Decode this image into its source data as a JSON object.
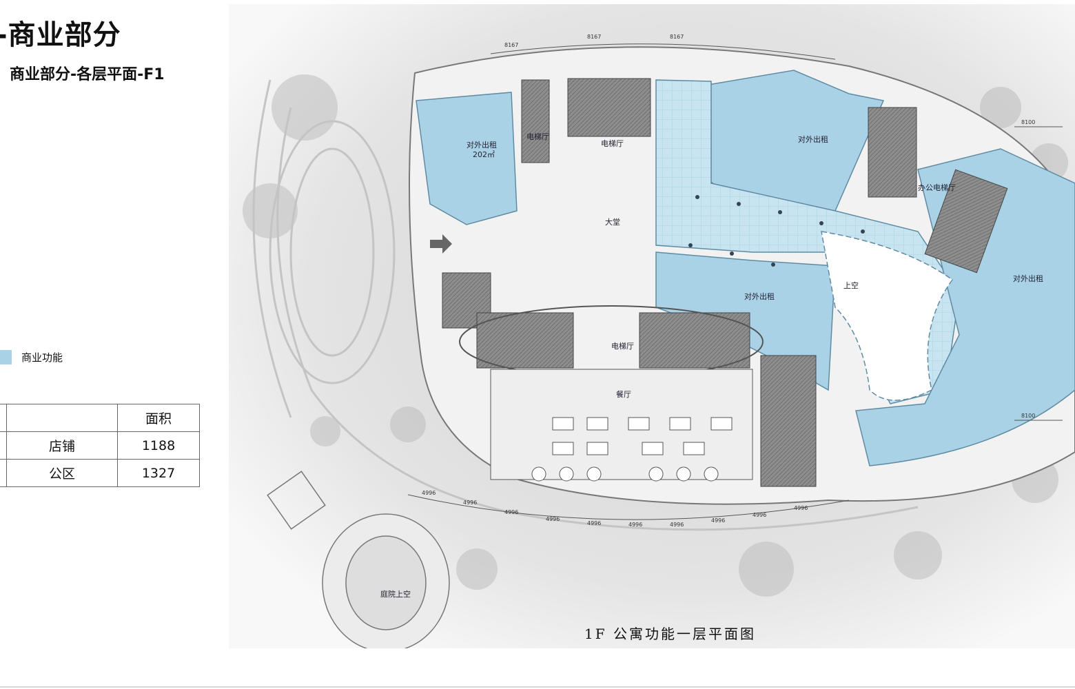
{
  "header": {
    "title": "-商业部分",
    "subtitle": "商业部分-各层平面-F1"
  },
  "legend": {
    "label": "商业功能",
    "color": "#a9d2e6"
  },
  "area_table": {
    "header": [
      "",
      "",
      "面积"
    ],
    "rows": [
      {
        "c0": "",
        "name": "店铺",
        "value": "1188"
      },
      {
        "c0": "",
        "name": "公区",
        "value": "1327"
      }
    ]
  },
  "plan": {
    "caption": "1F  公寓功能一层平面图",
    "labels": {
      "rent_nw": "对外出租",
      "rent_nw_area": "202㎡",
      "rent_ne": "对外出租",
      "rent_mid": "对外出租",
      "rent_east": "对外出租",
      "elevator_hall_1": "电梯厅",
      "elevator_hall_2": "电梯厅",
      "elevator_hall_3": "电梯厅",
      "office_elevator_hall": "办公电梯厅",
      "lobby": "大堂",
      "void": "上空",
      "restaurant": "餐厅",
      "courtyard_void": "庭院上空"
    },
    "colors": {
      "commercial": "#a9d2e6",
      "core": "#8e8e8e",
      "site": "#e6e6e6"
    },
    "dimensions": [
      "8100",
      "8100",
      "4996",
      "4996",
      "4996",
      "4996",
      "4996",
      "4996",
      "4996",
      "4996",
      "4996",
      "4996",
      "8167",
      "8167",
      "8167"
    ]
  }
}
